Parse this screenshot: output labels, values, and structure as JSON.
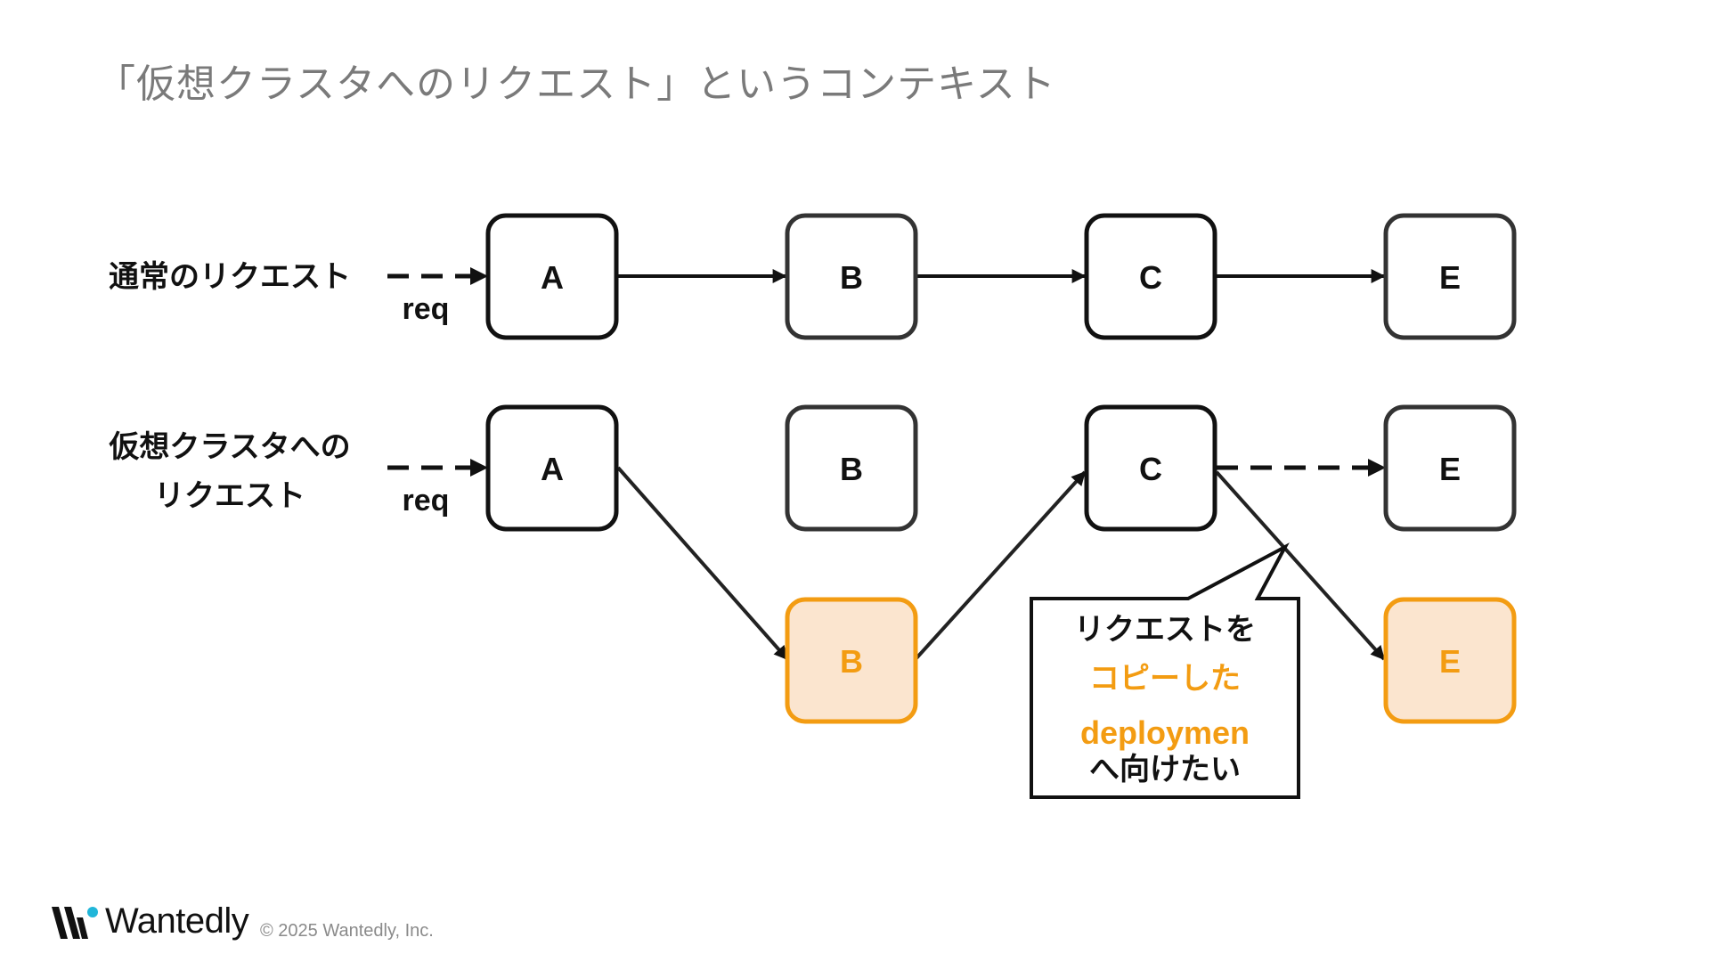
{
  "title": "「仮想クラスタへのリクエスト」というコンテキスト",
  "rows": {
    "normal_label": "通常のリクエスト",
    "virtual_label_line1": "仮想クラスタへの",
    "virtual_label_line2": "リクエスト",
    "req_label": "req"
  },
  "nodes": {
    "row1": [
      "A",
      "B",
      "C",
      "E"
    ],
    "row2": [
      "A",
      "B",
      "C",
      "E"
    ],
    "copies": [
      "B",
      "E"
    ]
  },
  "callout": {
    "line1": "リクエストを",
    "line2": "コピーした",
    "line3": "deploymen",
    "line4": "へ向けたい"
  },
  "colors": {
    "accent": "#f39c12",
    "accent_fill": "#fbe5cf",
    "title_gray": "#7a7a7a",
    "logo_dot": "#21b6d9"
  },
  "footer": {
    "brand": "Wantedly",
    "copyright": "© 2025 Wantedly, Inc."
  }
}
